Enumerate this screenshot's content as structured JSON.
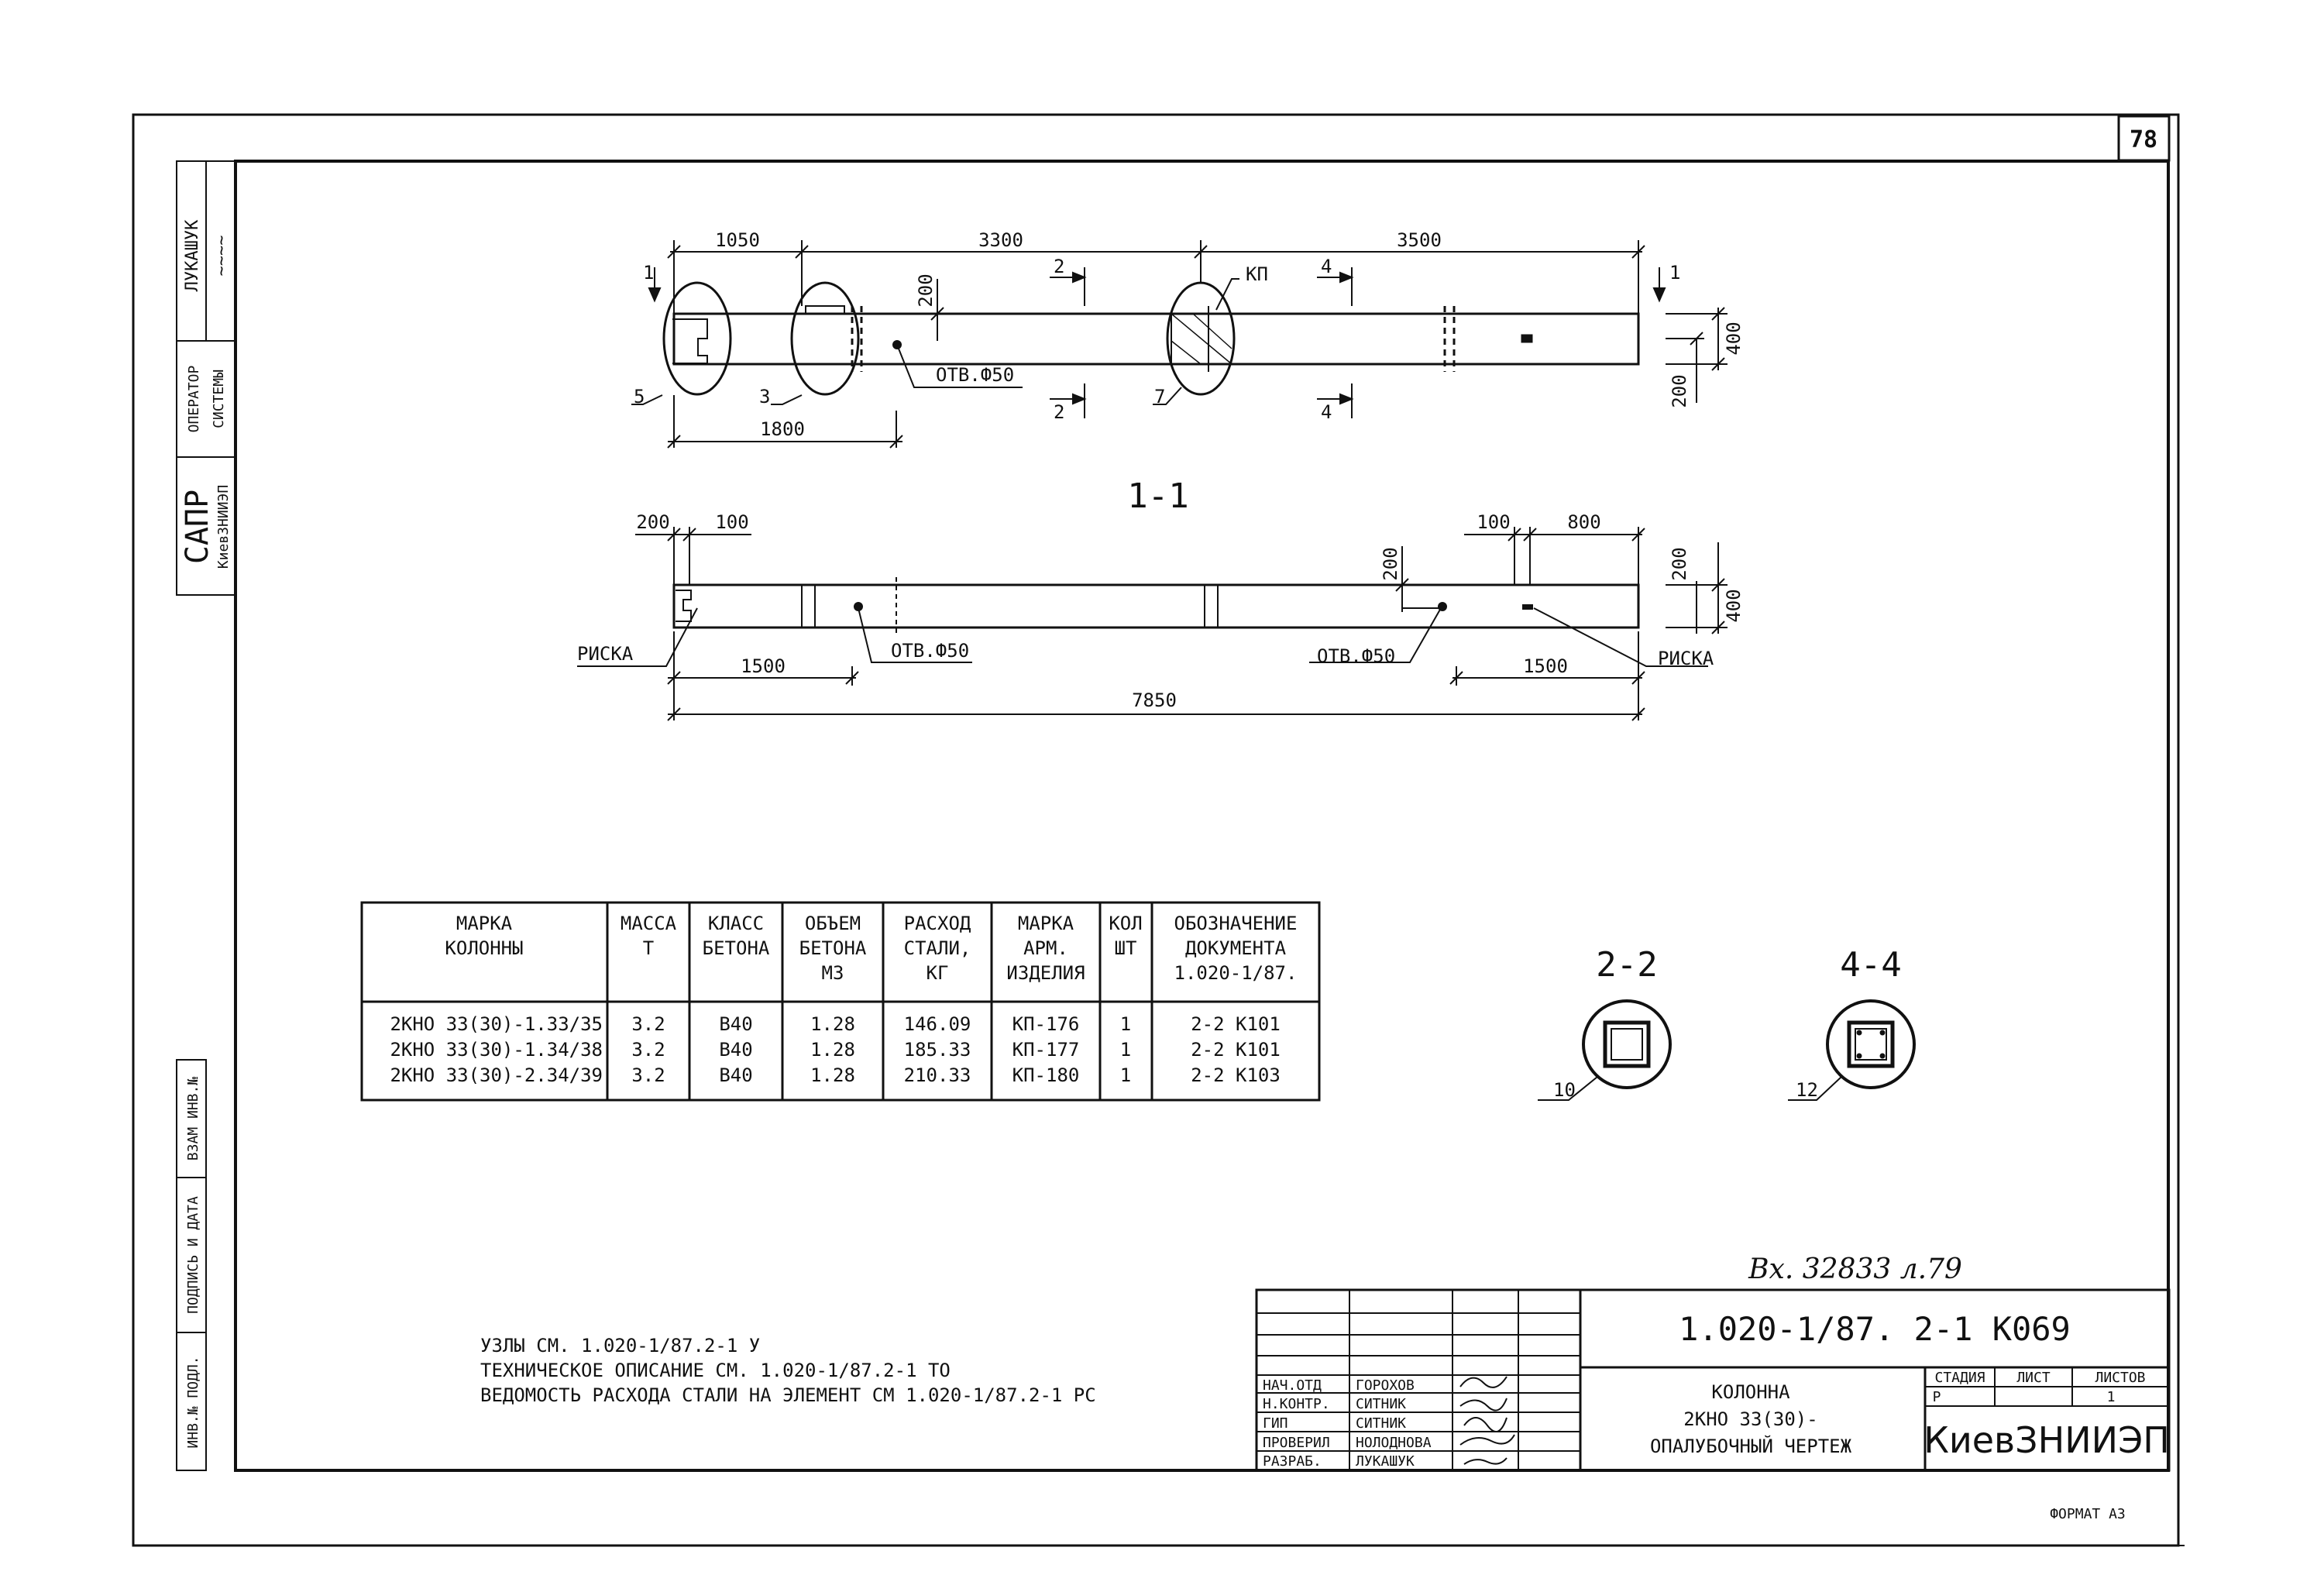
{
  "sheet_number": "78",
  "top_view": {
    "dims_top": [
      "1050",
      "3300",
      "3500"
    ],
    "dim_bottom": "1800",
    "dim_200": "200",
    "dim_right_400": "400",
    "dim_right_200": "200",
    "section_1": "1",
    "section_2": "2",
    "section_4": "4",
    "kp_label": "КП",
    "hole_label": "ОТВ.Ф50",
    "callouts": [
      "5",
      "3",
      "7"
    ]
  },
  "section_1_1": {
    "title": "1-1",
    "dims_top_left": [
      "200",
      "100"
    ],
    "dims_top_right": [
      "100",
      "800"
    ],
    "dim_200_mid": "200",
    "dim_right_200": "200",
    "dim_right_400": "400",
    "riska": "РИСКА",
    "hole_label": "ОТВ.Ф50",
    "dim_1500": "1500",
    "dim_total": "7850"
  },
  "table": {
    "headers": [
      [
        "МАРКА",
        "КОЛОННЫ"
      ],
      [
        "МАССА",
        "Т"
      ],
      [
        "КЛАСС",
        "БЕТОНА"
      ],
      [
        "ОБЪЕМ",
        "БЕТОНА",
        "М3"
      ],
      [
        "РАСХОД",
        "СТАЛИ,",
        "КГ"
      ],
      [
        "МАРКА",
        "АРМ.",
        "ИЗДЕЛИЯ"
      ],
      [
        "КОЛ",
        "ШТ"
      ],
      [
        "ОБОЗНАЧЕНИЕ",
        "ДОКУМЕНТА",
        "1.020-1/87."
      ]
    ],
    "rows": [
      [
        "2КНО 33(30)-1.33/35",
        "3.2",
        "В40",
        "1.28",
        "146.09",
        "КП-176",
        "1",
        "2-2 К101"
      ],
      [
        "2КНО 33(30)-1.34/38",
        "3.2",
        "В40",
        "1.28",
        "185.33",
        "КП-177",
        "1",
        "2-2 К101"
      ],
      [
        "2КНО 33(30)-2.34/39",
        "3.2",
        "В40",
        "1.28",
        "210.33",
        "КП-180",
        "1",
        "2-2 К103"
      ]
    ]
  },
  "sections": {
    "s22": "2-2",
    "s44": "4-4",
    "c10": "10",
    "c12": "12"
  },
  "notes": [
    "УЗЛЫ СМ. 1.020-1/87.2-1 У",
    "ТЕХНИЧЕСКОЕ ОПИСАНИЕ СМ. 1.020-1/87.2-1 ТО",
    "ВЕДОМОСТЬ РАСХОДА СТАЛИ НА ЭЛЕМЕНТ СМ 1.020-1/87.2-1 РС"
  ],
  "handwritten_note": "Вх. 32833 л.79",
  "stamp": {
    "doc_code": "1.020-1/87. 2-1 К069",
    "roles": [
      [
        "НАЧ.ОТД",
        "ГОРОХОВ"
      ],
      [
        "Н.КОНТР.",
        "СИТНИК"
      ],
      [
        "ГИП",
        "СИТНИК"
      ],
      [
        "ПРОВЕРИЛ",
        "НОЛОДНОВА"
      ],
      [
        "РАЗРАБ.",
        "ЛУКАШУК"
      ]
    ],
    "title_lines": [
      "КОЛОННА",
      "2КНО 33(30)-",
      "ОПАЛУБОЧНЫЙ ЧЕРТЕЖ"
    ],
    "stage_header": "СТАДИЯ",
    "sheet_header": "ЛИСТ",
    "sheets_header": "ЛИСТОВ",
    "stage": "Р",
    "sheets": "1",
    "org": "КиевЗНИИЭП",
    "format": "ФОРМАТ А3"
  },
  "side": {
    "name": "ЛУКАШУК",
    "operator": "ОПЕРАТОР",
    "system": "СИСТЕМЫ",
    "sapr": "САПР",
    "org": "КиевЗНИИЭП",
    "vzam": "ВЗАМ ИНВ.№",
    "podpis": "ПОДПИСЬ И ДАТА",
    "inv": "ИНВ.№ ПОДЛ."
  }
}
